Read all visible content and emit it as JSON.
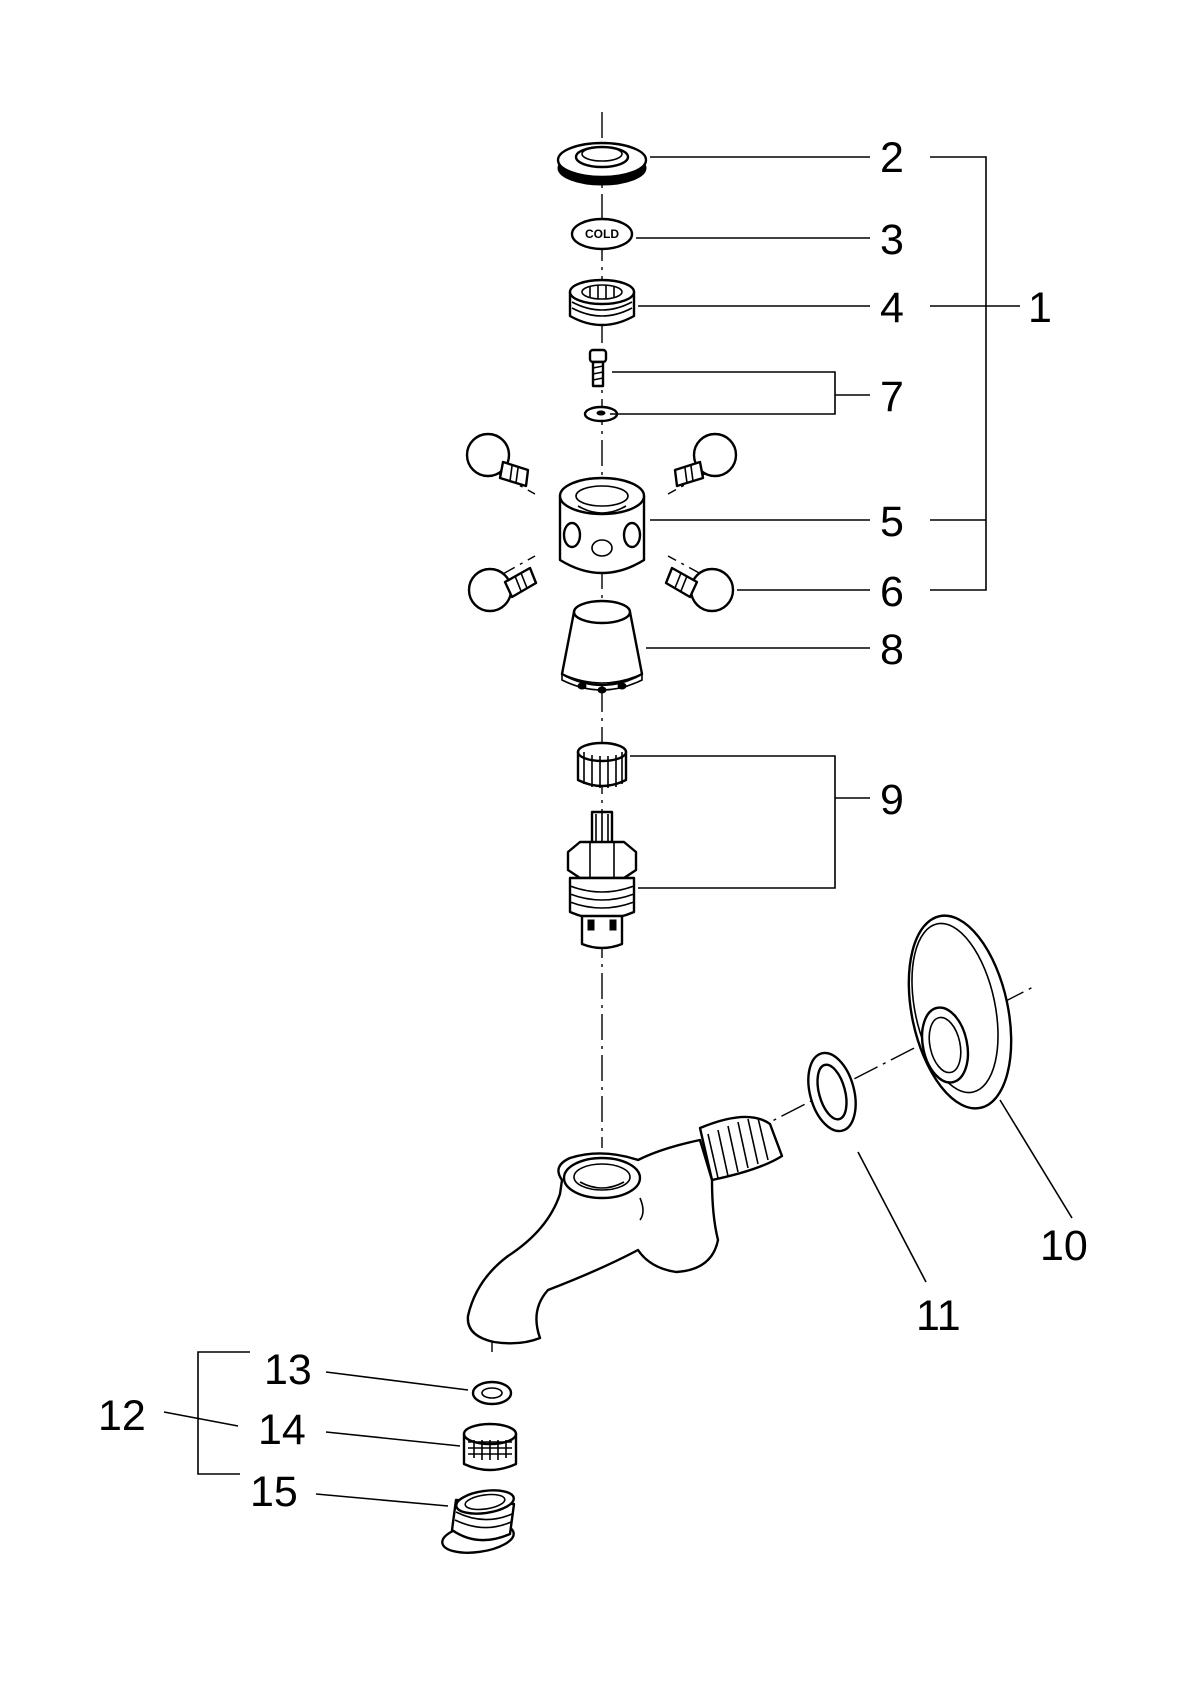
{
  "diagram": {
    "cap_text": "COLD",
    "callouts": [
      {
        "id": "1",
        "text": "1"
      },
      {
        "id": "2",
        "text": "2"
      },
      {
        "id": "3",
        "text": "3"
      },
      {
        "id": "4",
        "text": "4"
      },
      {
        "id": "5",
        "text": "5"
      },
      {
        "id": "6",
        "text": "6"
      },
      {
        "id": "7",
        "text": "7"
      },
      {
        "id": "8",
        "text": "8"
      },
      {
        "id": "9",
        "text": "9"
      },
      {
        "id": "10",
        "text": "10"
      },
      {
        "id": "11",
        "text": "11"
      },
      {
        "id": "12",
        "text": "12"
      },
      {
        "id": "13",
        "text": "13"
      },
      {
        "id": "14",
        "text": "14"
      },
      {
        "id": "15",
        "text": "15"
      }
    ]
  }
}
